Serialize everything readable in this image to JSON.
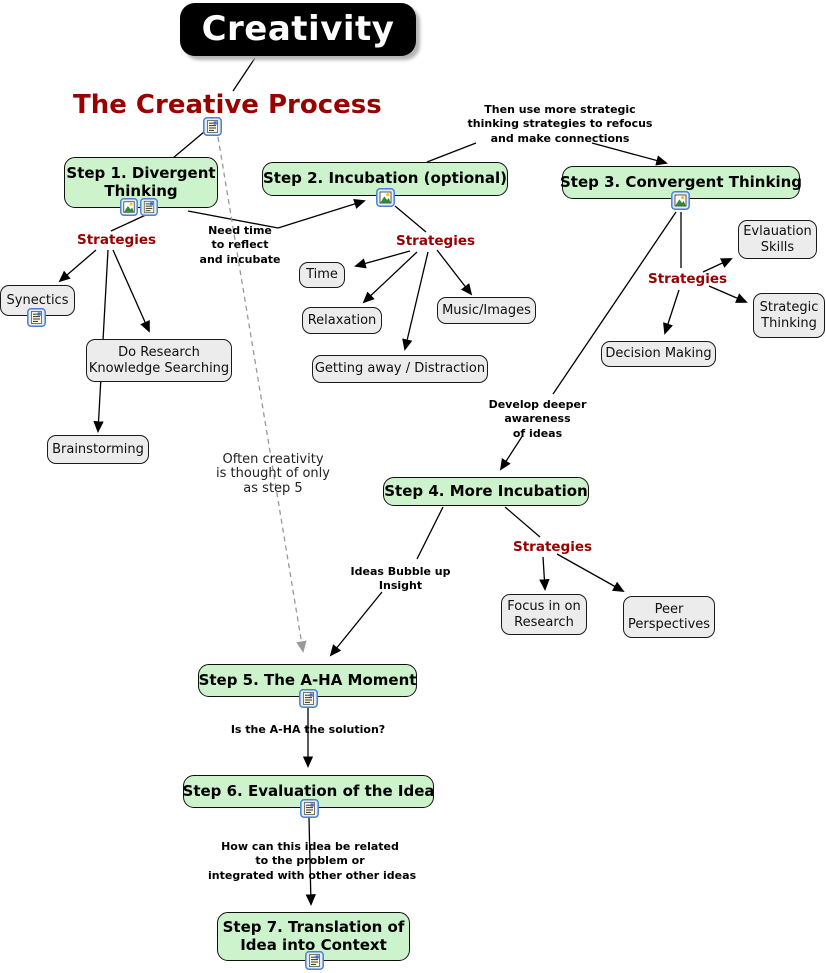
{
  "colors": {
    "step_fill": "#ccf3cc",
    "strategy_fill": "#ececec",
    "accent_red": "#990000",
    "root_fill": "#000000",
    "dashed_line": "#999999"
  },
  "root": {
    "label": "Creativity"
  },
  "subtitle": {
    "label": "The Creative Process"
  },
  "strategies_label": "Strategies",
  "steps": {
    "step1": {
      "label": "Step 1. Divergent\nThinking",
      "icons": [
        "image-icon",
        "document-icon"
      ]
    },
    "step2": {
      "label": "Step 2. Incubation (optional)",
      "icons": [
        "image-icon"
      ]
    },
    "step3": {
      "label": "Step 3. Convergent Thinking",
      "icons": [
        "image-icon"
      ]
    },
    "step4": {
      "label": "Step 4. More Incubation",
      "icons": []
    },
    "step5": {
      "label": "Step 5. The A-HA Moment",
      "icons": [
        "document-icon"
      ]
    },
    "step6": {
      "label": "Step 6. Evaluation of the Idea",
      "icons": [
        "document-icon"
      ]
    },
    "step7": {
      "label": "Step 7. Translation of\nIdea into Context",
      "icons": [
        "document-icon"
      ]
    }
  },
  "strategies": {
    "synectics": {
      "label": "Synectics",
      "icons": [
        "document-icon"
      ]
    },
    "do_research": {
      "label": "Do Research\nKnowledge Searching"
    },
    "brainstorming": {
      "label": "Brainstorming"
    },
    "time": {
      "label": "Time"
    },
    "relaxation": {
      "label": "Relaxation"
    },
    "music_images": {
      "label": "Music/Images"
    },
    "getting_away": {
      "label": "Getting away / Distraction"
    },
    "evaluation_skills": {
      "label": "Evlauation\nSkills"
    },
    "strategic_thinking": {
      "label": "Strategic\nThinking"
    },
    "decision_making": {
      "label": "Decision Making"
    },
    "focus_research": {
      "label": "Focus in on\nResearch"
    },
    "peer_perspectives": {
      "label": "Peer\nPerspectives"
    }
  },
  "phrases": {
    "need_time": "Need time\nto reflect\nand incubate",
    "then_use": "Then use more strategic\nthinking strategies to refocus\nand make connections",
    "develop_deeper": "Develop deeper\nawareness\nof ideas",
    "often_step5": "Often creativity\nis thought of only\nas step 5",
    "ideas_bubble": "Ideas Bubble up\nInsight",
    "is_aha": "Is the A-HA the solution?",
    "how_related": "How can this idea be related\nto the problem or\nintegrated with other other ideas"
  }
}
